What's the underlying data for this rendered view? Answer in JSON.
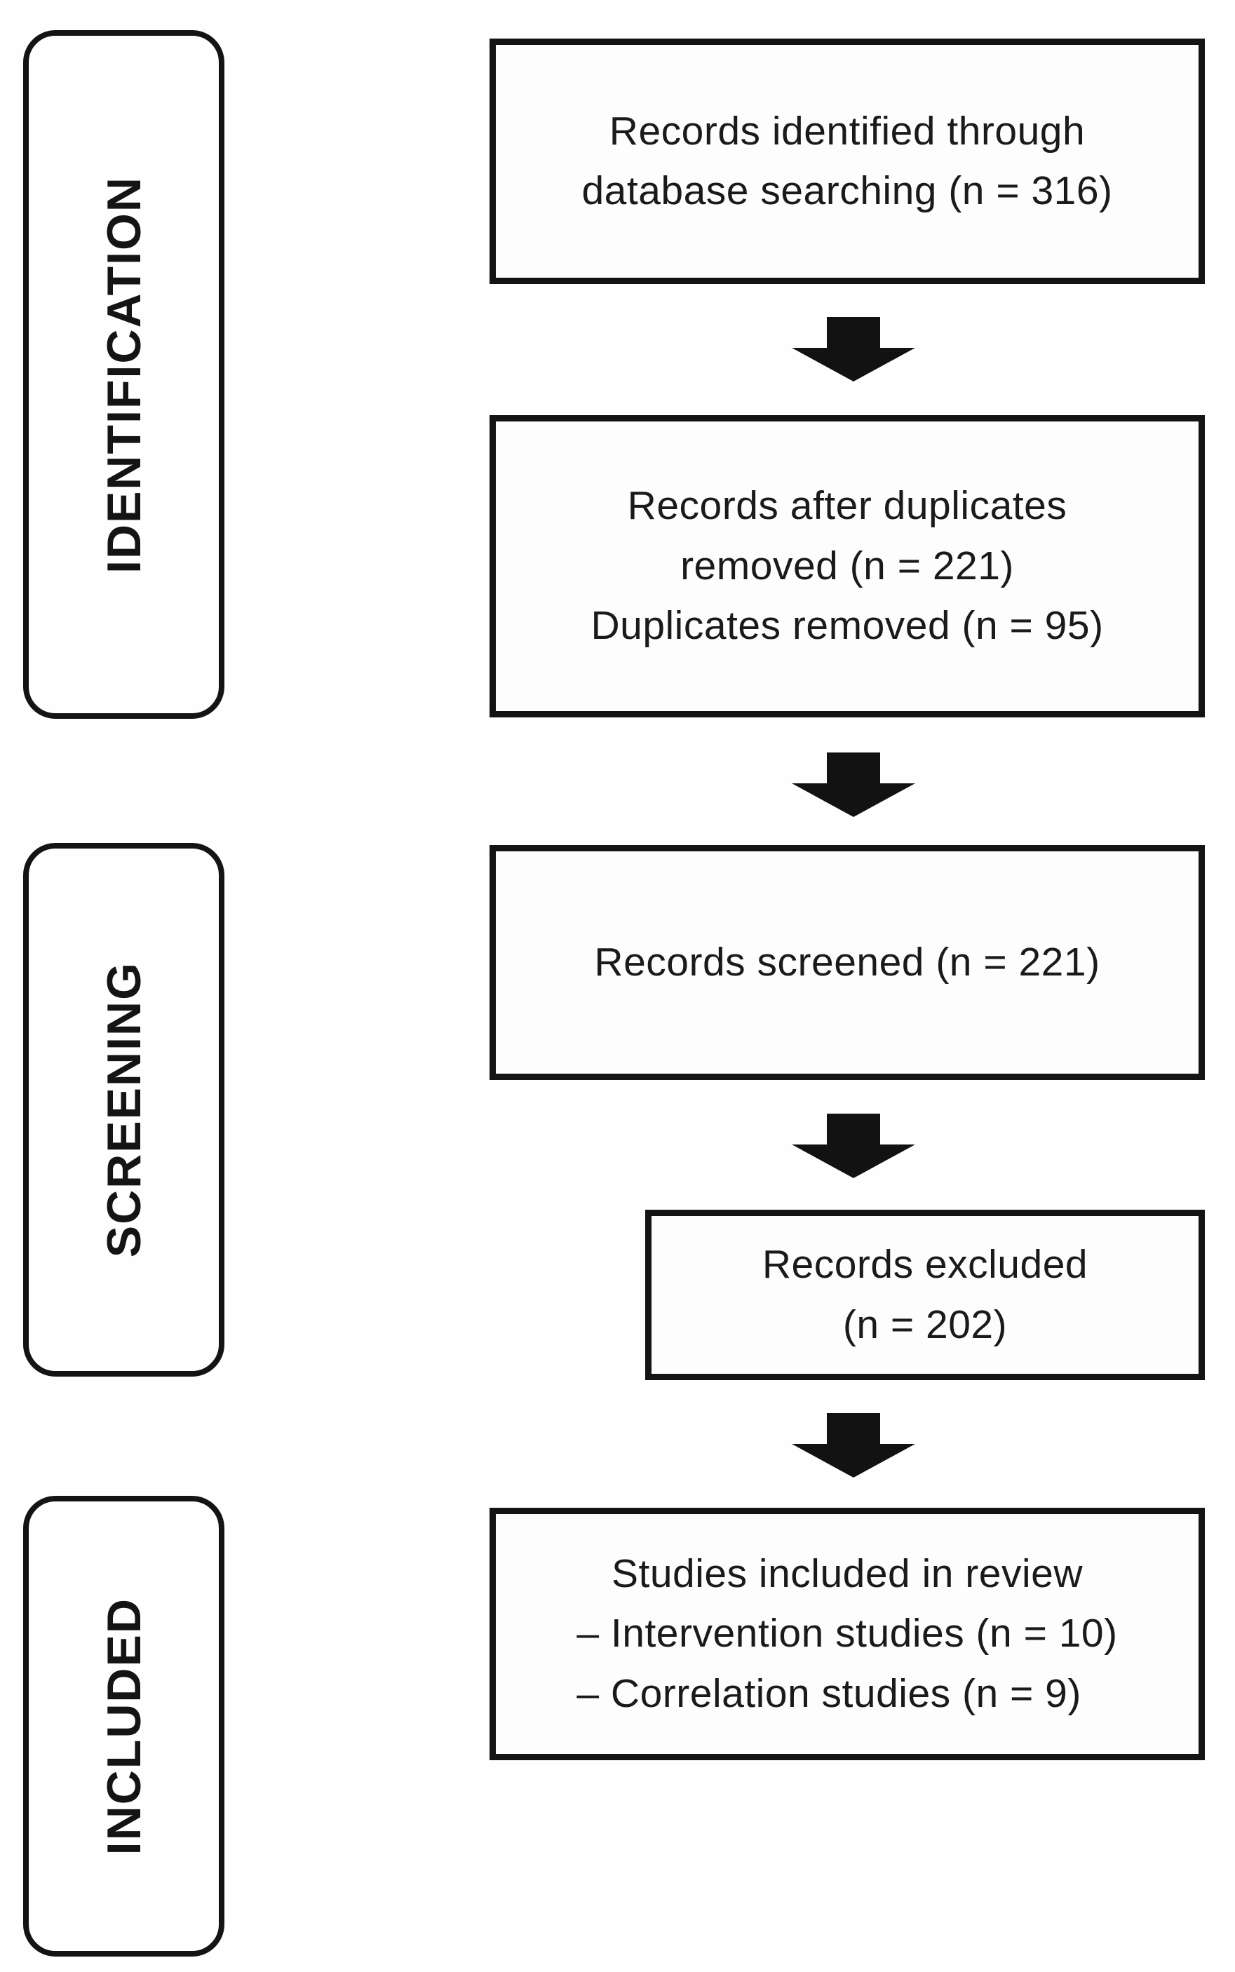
{
  "colors": {
    "ink": "#141414",
    "background": "#fefefe"
  },
  "stages": [
    {
      "label": "IDENTIFICATION"
    },
    {
      "label": "SCREENING"
    },
    {
      "label": "INCLUDED"
    }
  ],
  "boxes": {
    "identified": {
      "text": "Records identified through\ndatabase searching (n = 316)"
    },
    "deduplicated": {
      "text": "Records after duplicates\nremoved (n = 221)\nDuplicates removed (n = 95)"
    },
    "screened": {
      "text": "Records screened (n = 221)"
    },
    "excluded": {
      "text": "Records excluded\n(n = 202)"
    },
    "included": {
      "title": "Studies included in review",
      "items": [
        "– Intervention studies (n = 10)",
        "– Correlation studies (n = 9)"
      ]
    }
  }
}
